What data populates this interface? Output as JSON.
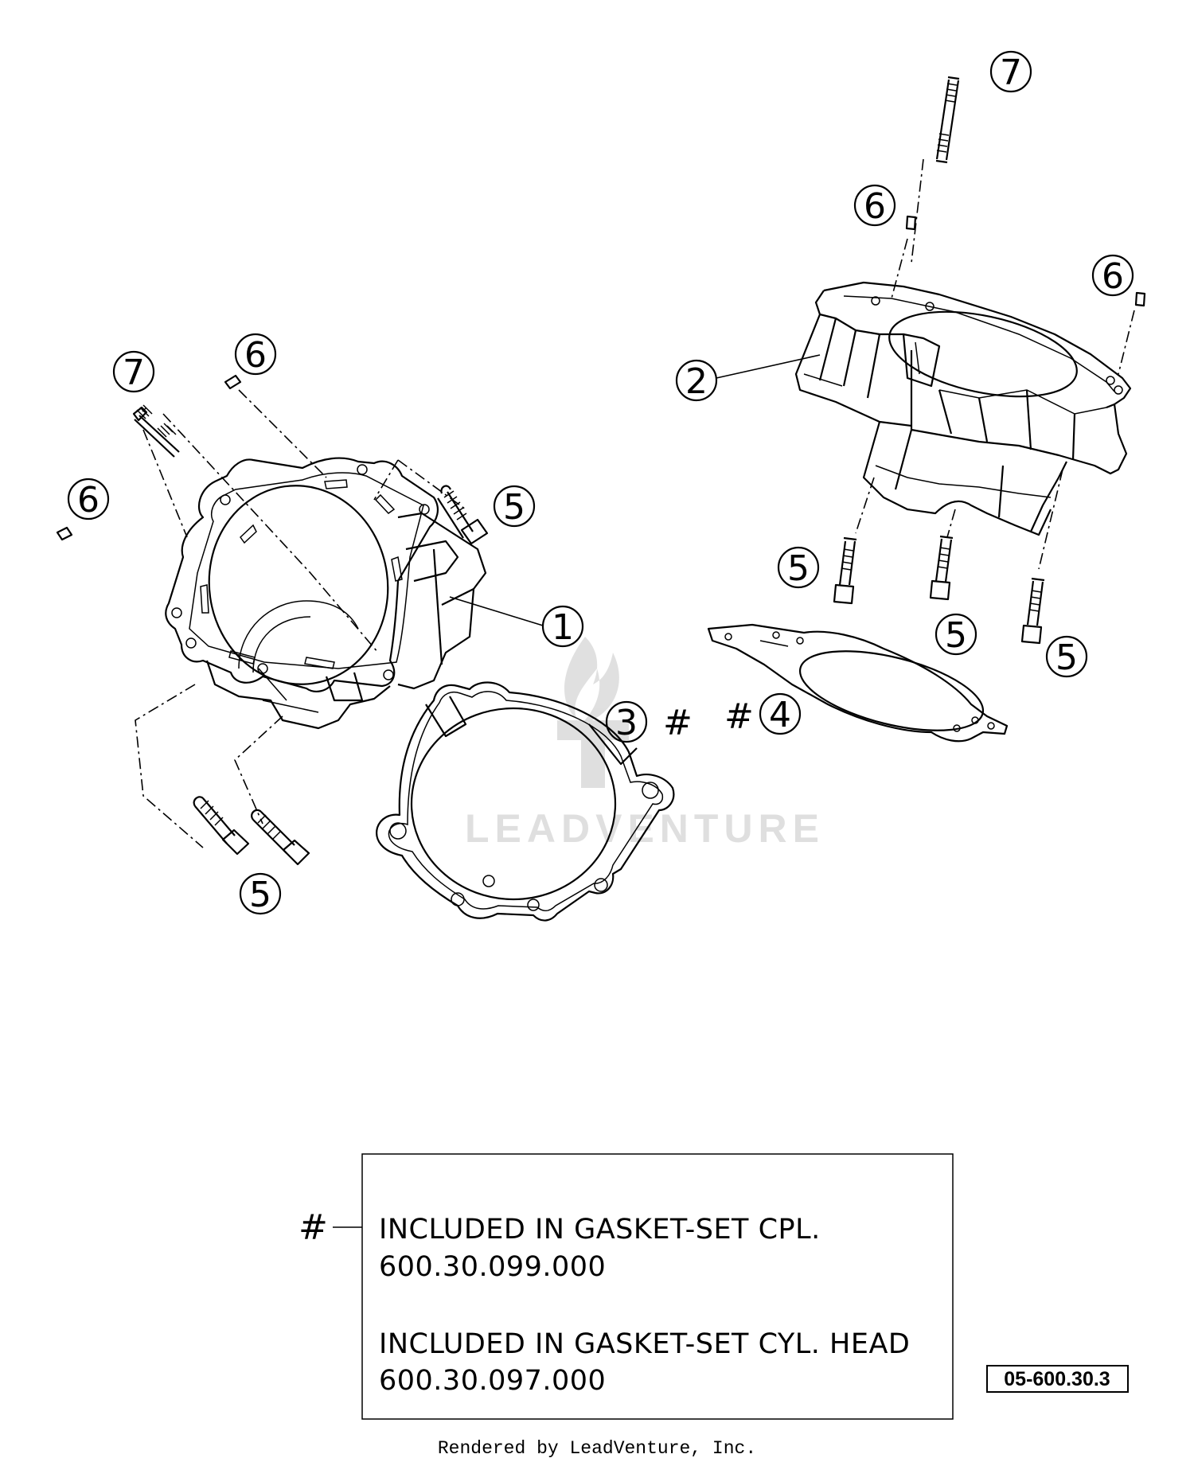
{
  "callouts": {
    "c1": "1",
    "c2": "2",
    "c3": "3",
    "c4": "4",
    "c5a": "5",
    "c5b": "5",
    "c5c": "5",
    "c5d": "5",
    "c5e": "5",
    "c6a": "6",
    "c6b": "6",
    "c6c": "6",
    "c6d": "6",
    "c7a": "7",
    "c7b": "7"
  },
  "marks": {
    "hash_part3": "#",
    "hash_part4": "#",
    "hash_note": "#"
  },
  "note": {
    "line1": "INCLUDED IN GASKET-SET CPL.",
    "line2": "600.30.099.000",
    "line3": "INCLUDED IN GASKET-SET CYL. HEAD",
    "line4": "600.30.097.000"
  },
  "diagram_ref": "05-600.30.3",
  "watermark": "LEADVENTURE",
  "footer": "Rendered by LeadVenture, Inc."
}
